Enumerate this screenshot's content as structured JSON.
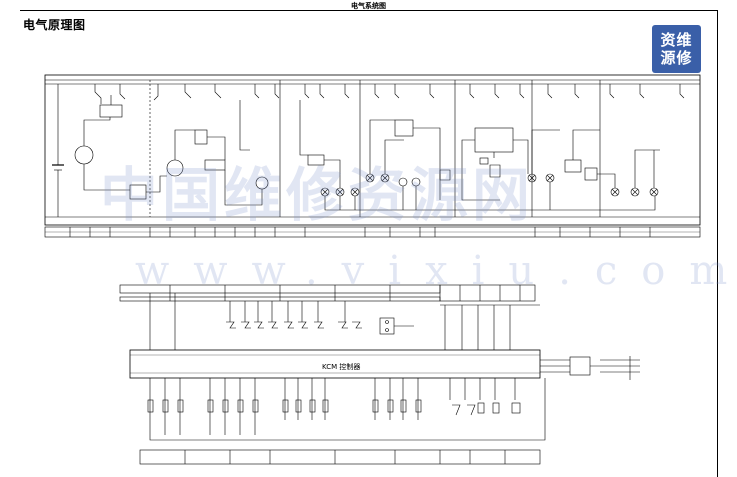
{
  "page": {
    "top_title": "电气系统图",
    "heading": "电气原理图"
  },
  "logo": {
    "line1": "资维",
    "line2": "源修",
    "color": "#3a5fa8"
  },
  "watermark": {
    "cn_text": "中国维修资源网",
    "url_text": "www.vixiu.com"
  },
  "module": {
    "label": "KCM 控制器"
  }
}
